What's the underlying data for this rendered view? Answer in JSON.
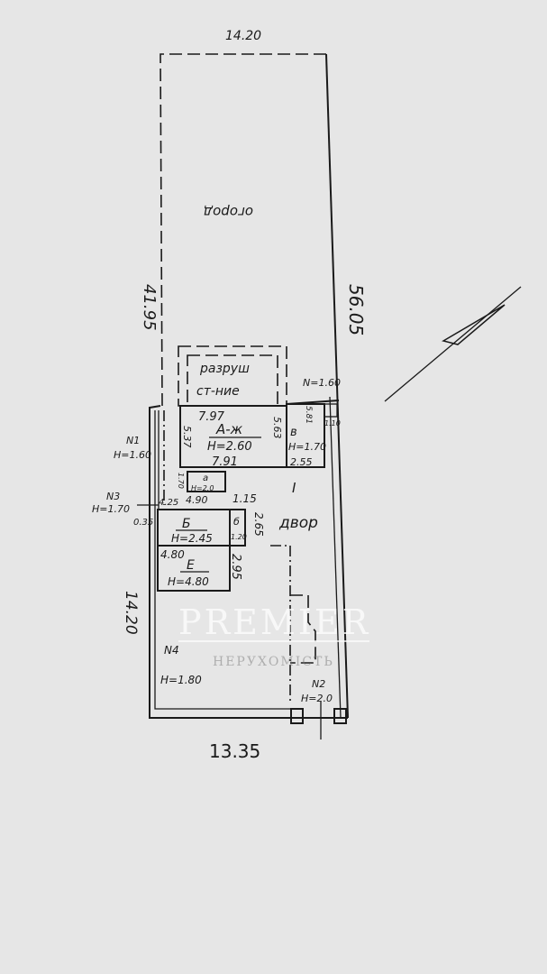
{
  "plan": {
    "top_width": "14.20",
    "left_upper_length": "41.95",
    "right_length": "56.05",
    "left_lower_length": "14.20",
    "bottom_width": "13.35",
    "garden_label": "огород",
    "ruin_label_1": "разруш",
    "ruin_label_2": "ст-ние",
    "yard_label": "двор",
    "yard_mark": "I",
    "north_arrow": "north-arrow-icon"
  },
  "buildings": {
    "main": {
      "letter": "А-ж",
      "height": "H=2.60",
      "top": "7.97",
      "bottom": "7.91",
      "left": "5.37",
      "right": "5.63"
    },
    "v": {
      "letter": "в",
      "height": "H=1.70",
      "bottom": "2.55",
      "side": "5.81",
      "small": "1.10"
    },
    "a": {
      "letter": "а",
      "height": "H=2.0",
      "side": "1.70"
    },
    "b_big": {
      "letter": "Б",
      "height": "H=2.45"
    },
    "b_small": {
      "letter": "б",
      "height": "1.20"
    },
    "e": {
      "letter": "Е",
      "height": "H=4.80",
      "top": "4.80",
      "side": "2.95"
    }
  },
  "dimensions": {
    "d1": "4.25",
    "d2": "4.90",
    "d3": "1.15",
    "d4": "2.65",
    "d5": "0.35"
  },
  "fences": {
    "n1": {
      "label": "N1",
      "height": "H=1.60"
    },
    "n2": {
      "label": "N2",
      "height": "H=2.0"
    },
    "n3": {
      "label": "N3",
      "height": "H=1.70"
    },
    "n4": {
      "label": "N4",
      "height": "H=1.80"
    },
    "n_top": {
      "height": "N=1.60"
    }
  },
  "watermark": {
    "brand": "PREMIER",
    "sub": "НЕРУХОМІСТЬ"
  }
}
